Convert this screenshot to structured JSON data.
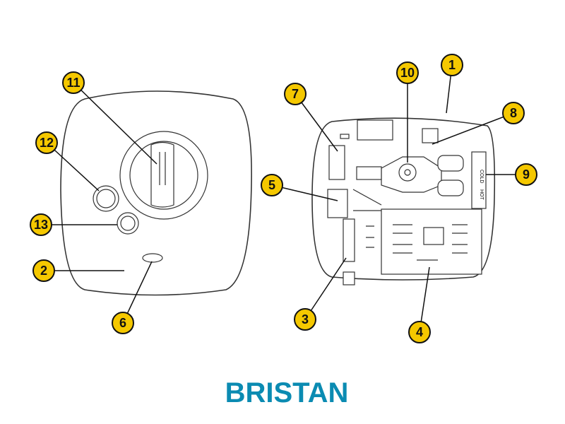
{
  "diagram": {
    "callouts": [
      "1",
      "2",
      "3",
      "4",
      "5",
      "6",
      "7",
      "8",
      "9",
      "10",
      "11",
      "12",
      "13"
    ],
    "side_labels": {
      "cold": "COLD",
      "hot": "HOT"
    }
  },
  "brand": {
    "logo_text": "BRISTAN",
    "color": "#0b8bb2"
  },
  "colors": {
    "callout_fill": "#f5c800"
  }
}
